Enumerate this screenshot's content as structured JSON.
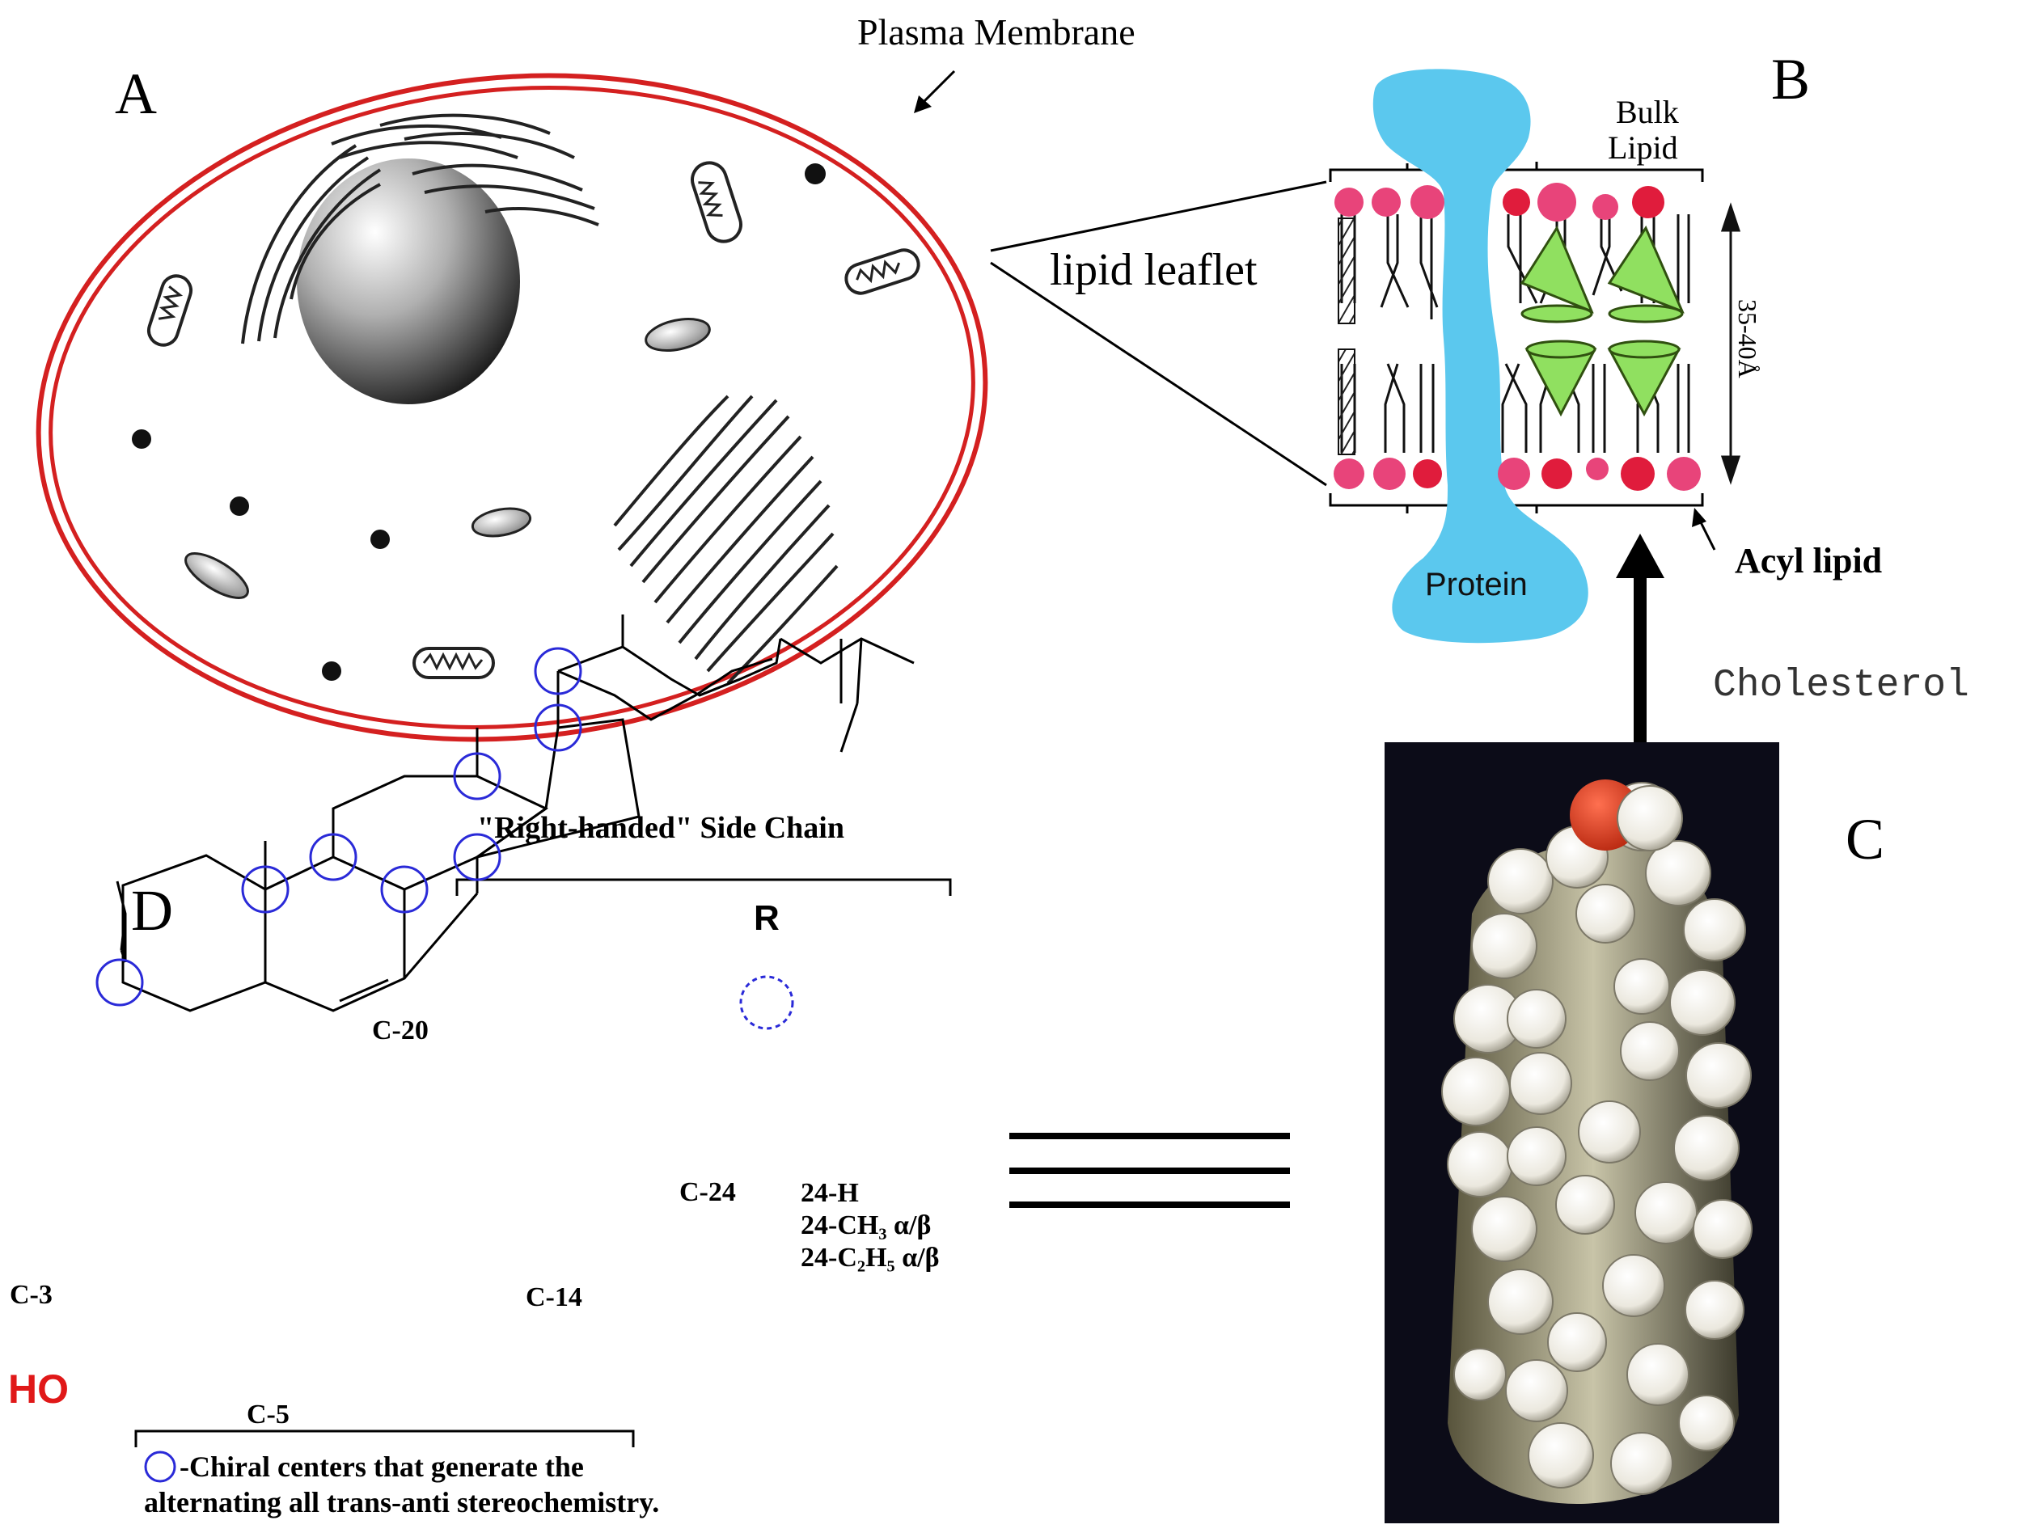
{
  "panels": {
    "a": {
      "letter": "A",
      "membrane_label": "Plasma Membrane"
    },
    "b": {
      "letter": "B",
      "leaflet_label": "lipid leaflet",
      "bulk_line1": "Bulk",
      "bulk_line2": "Lipid",
      "thickness": "35-40Å",
      "protein": "Protein",
      "acyl": "Acyl lipid",
      "cholesterol": "Cholesterol"
    },
    "c": {
      "letter": "C"
    },
    "d": {
      "letter": "D",
      "side_chain": "\"Right-handed\" Side Chain",
      "r": "R",
      "c20": "C-20",
      "c24": "C-24",
      "c3": "C-3",
      "c14": "C-14",
      "c5": "C-5",
      "ho": "HO",
      "sub1": "24-H",
      "sub2": "24-CH₃ α/β",
      "sub3": "24-C₂H₅ α/β",
      "legend1": "-Chiral centers that generate the",
      "legend2": "alternating all trans-anti stereochemistry."
    }
  },
  "colors": {
    "membrane": "#d42020",
    "protein": "#5bc8ee",
    "head": "#e8447a",
    "head_dark": "#e01c3c",
    "cone": "#90e060",
    "chiral": "#2a2ad8",
    "oxygen": "#d43818",
    "ho": "#e01818",
    "photo_bg": "#0c0c18"
  }
}
